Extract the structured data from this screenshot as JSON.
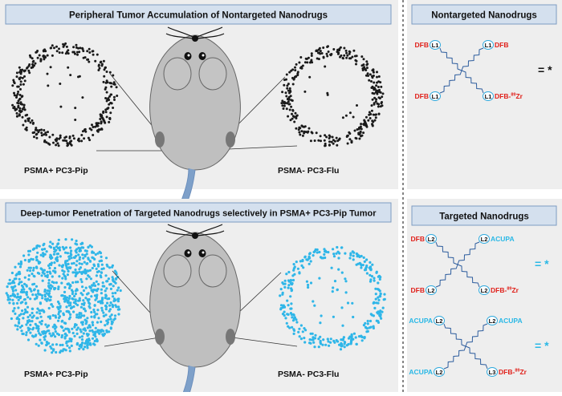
{
  "left_top": {
    "title": "Peripheral Tumor Accumulation of Nontargeted Nanodrugs",
    "label_left": "PSMA+ PC3-Pip",
    "label_right": "PSMA- PC3-Flu"
  },
  "left_bottom": {
    "title": "Deep-tumor Penetration of Targeted Nanodrugs selectively in PSMA+ PC3-Pip Tumor",
    "label_left": "PSMA+ PC3-Pip",
    "label_right": "PSMA- PC3-Flu"
  },
  "right_top": {
    "title": "Nontargeted Nanodrugs",
    "molecule": {
      "tl": "DFB",
      "tl_linker": "L1",
      "tr": "DFB",
      "tr_linker": "L1",
      "bl": "DFB",
      "bl_linker": "L1",
      "br": "DFB-",
      "br_iso": "89",
      "br_el": "Zr",
      "br_linker": "L1"
    },
    "equals": "= *"
  },
  "right_bottom": {
    "title": "Targeted Nanodrugs",
    "molecule_a": {
      "tl": "DFB",
      "tl_linker": "L2",
      "tr": "ACUPA",
      "tr_linker": "L2",
      "bl": "DFB",
      "bl_linker": "L2",
      "br": "DFB-",
      "br_iso": "89",
      "br_el": "Zr",
      "br_linker": "L2"
    },
    "molecule_b": {
      "tl": "ACUPA",
      "tl_linker": "L2",
      "tr": "ACUPA",
      "tr_linker": "L2",
      "bl": "ACUPA",
      "bl_linker": "L2",
      "br": "DFB-",
      "br_iso": "89",
      "br_el": "Zr",
      "br_linker": "L3"
    },
    "equals": "= *"
  },
  "colors": {
    "panel_bg": "#eeeeee",
    "title_bar": "#d4e0ee",
    "title_border": "#7d9cc2",
    "red": "#e0201a",
    "cyan": "#29b8e6",
    "mouse": "#bfbfbf",
    "dark_dot": "#1a1a1a",
    "blue_dot": "#2fb6e8"
  }
}
